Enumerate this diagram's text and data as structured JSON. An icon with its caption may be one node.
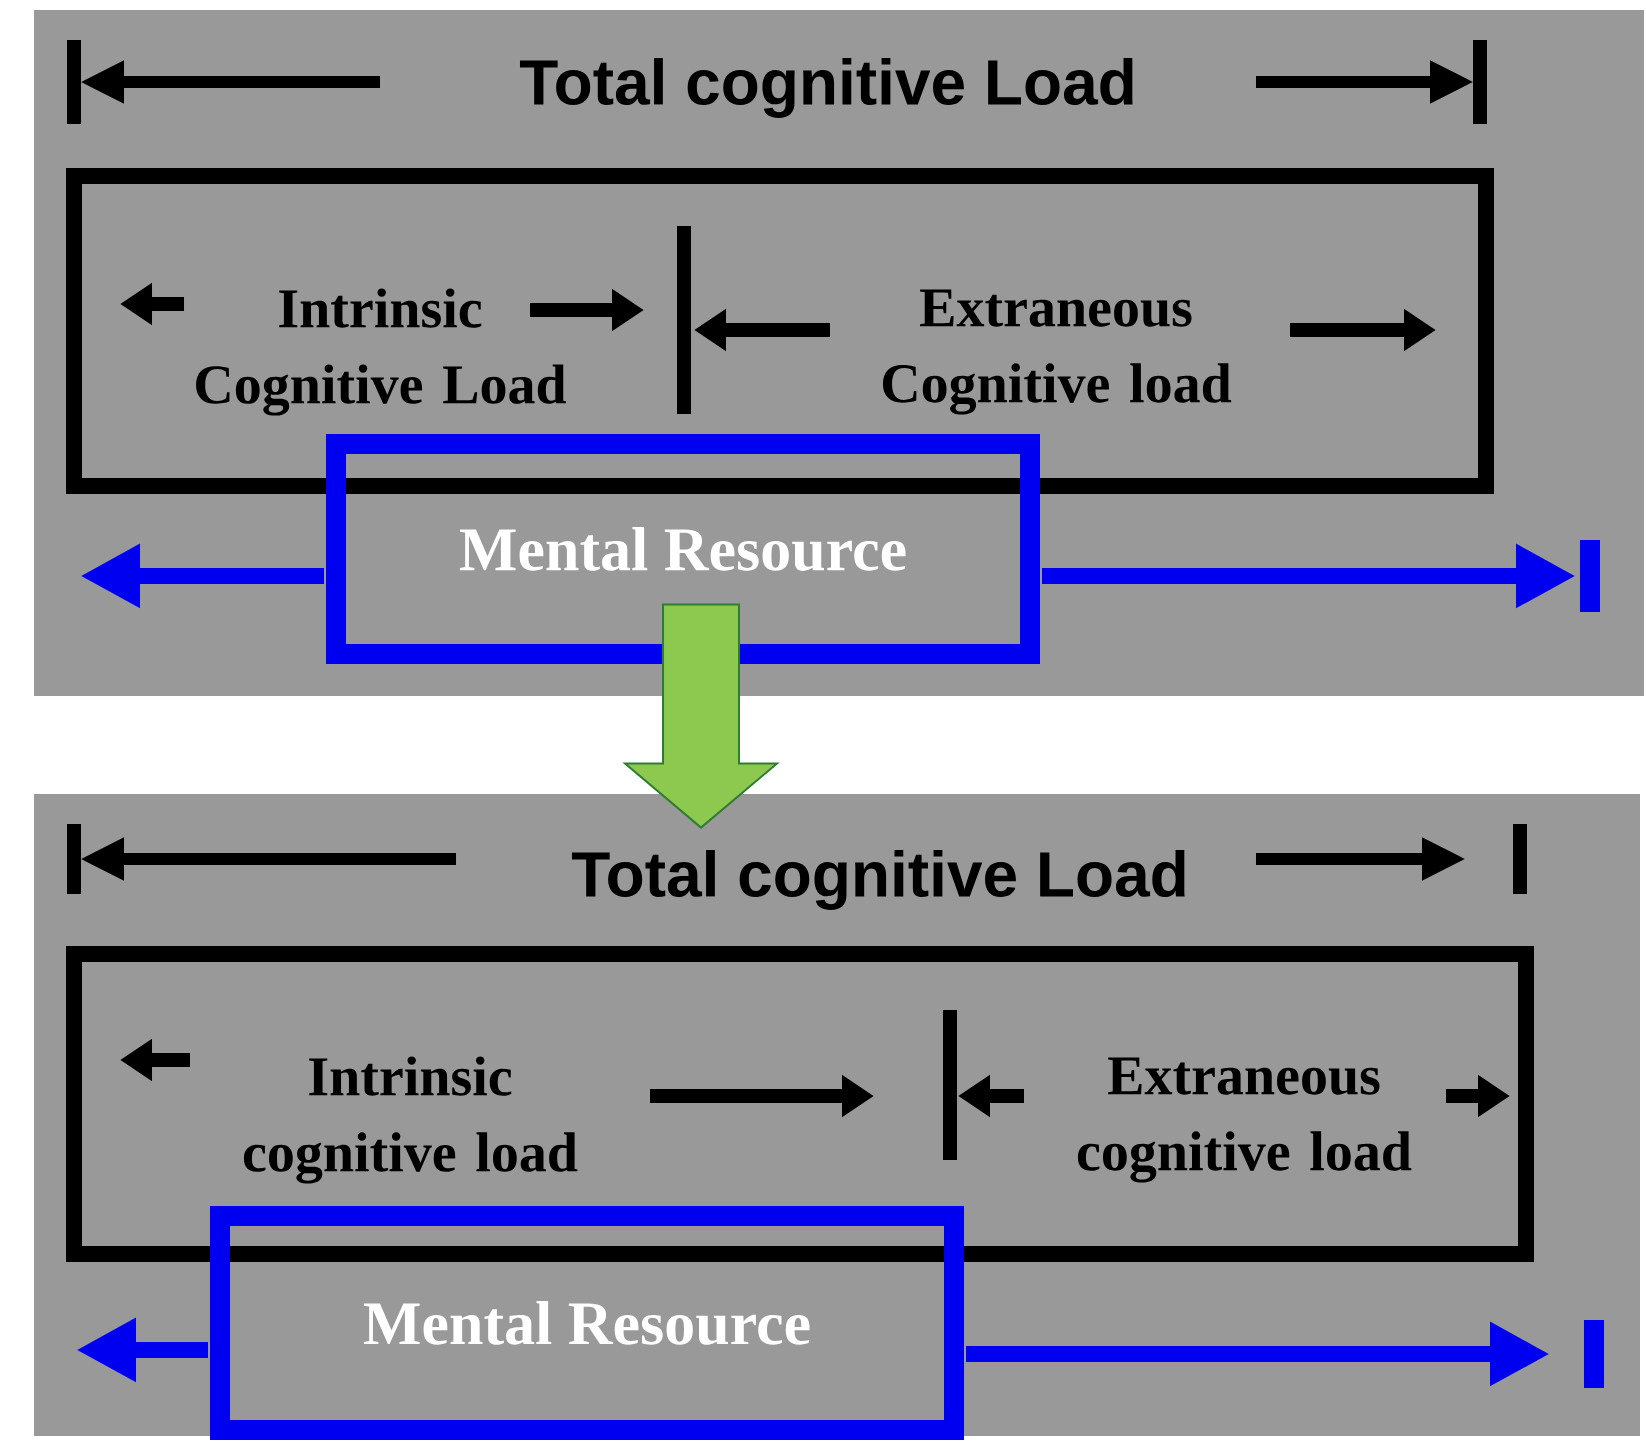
{
  "diagram": {
    "nodes": [
      {
        "text": [],
        "shape": "box"
      },
      {
        "text": [
          "Intrinsic Cognitive Load",
          "Extraneous Cognitive load"
        ],
        "in": 0
      },
      {
        "text": [
          "Mental Resource"
        ],
        "in": 0
      },
      {
        "text": [],
        "shape": "box"
      },
      {
        "text": [
          "Intrinsic cognitive load",
          "Extraneous cognitive load"
        ],
        "in": 3
      },
      {
        "text": [
          "Mental Resource"
        ],
        "in": 3
      }
    ],
    "edges": [
      {
        "from": 0,
        "to": 3,
        "arrow": "to",
        "color": "#8dc94e"
      }
    ],
    "labels": [
      "Total cognitive Load",
      "Total cognitive Load"
    ]
  }
}
